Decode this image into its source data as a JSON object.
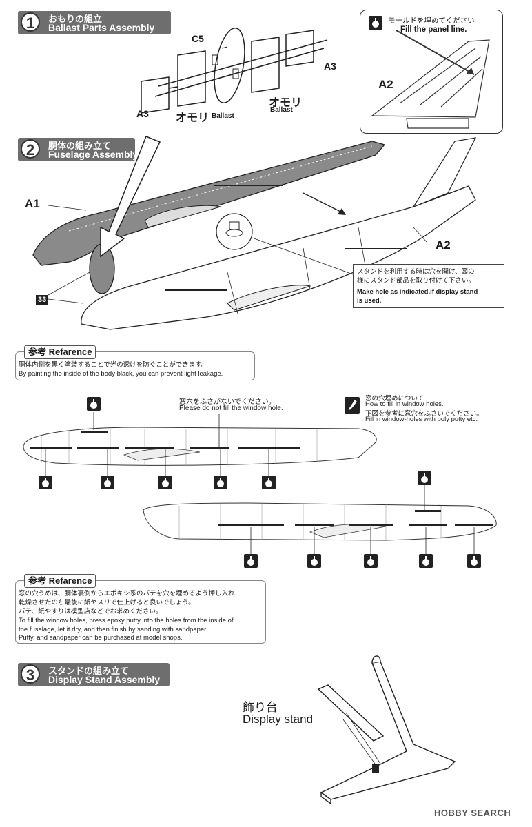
{
  "step1": {
    "num": "1",
    "title_jp": "おもりの組立",
    "title_en": "Ballast Parts Assembly"
  },
  "step1_parts": {
    "c5": "C5",
    "a3_right": "A3",
    "a3_left": "A3",
    "omori_left": "オモリ",
    "ballast_left": "Ballast",
    "omori_right": "オモリ",
    "ballast_right": "Ballast"
  },
  "inset": {
    "jp": "モールドを埋めてください",
    "en": "Fill the panel line.",
    "part": "A2"
  },
  "step2": {
    "num": "2",
    "title_jp": "胴体の組み立て",
    "title_en": "Fuselage Assembly"
  },
  "step2_parts": {
    "a1": "A1",
    "a2": "A2",
    "part33": "33"
  },
  "stand_note": {
    "jp1": "スタンドを利用する時は穴を開け、図の",
    "jp2": "様にスタンド部品を取り付けて下さい。",
    "en1": "Make hole as indicated,if display stand",
    "en2": "is used."
  },
  "ref1": {
    "tag": "参考 Refarence",
    "jp": "胴体内側を黒く塗装することで光の透けを防ぐことができます。",
    "en": "By painting the inside of the body black, you can prevent light leakage."
  },
  "window_note": {
    "jp": "窓穴をふさがないでください。",
    "en": "Please do not fill the window hole."
  },
  "fill_note": {
    "jp1": "窓の穴埋めについて",
    "en1": "How to fill in window holes.",
    "jp2": "下図を参考に窓穴をふさいでください。",
    "en2": "Fill in window-holes with poly putty etc."
  },
  "ref2": {
    "tag": "参考 Refarence",
    "lines": [
      "窓の穴うめは、胴体裏側からエポキシ系のパテを穴を埋めるよう押し入れ",
      "乾燥させたのち最後に紙ヤスリで仕上げると良いでしょう。",
      "パテ、紙やすりは模型店などでお求めください。",
      "To fill the window holes, press epoxy putty into the holes from the inside of",
      "the fuselage, let it dry, and then finish by sanding with sandpaper.",
      "Putty, and sandpaper can be purchased at model shops."
    ]
  },
  "step3": {
    "num": "3",
    "title_jp": "スタンドの組み立て",
    "title_en": "Display Stand Assembly"
  },
  "stand": {
    "jp": "飾り台",
    "en": "Display stand"
  },
  "watermark": "HOBBY SEARCH",
  "colors": {
    "header": "#6e6e6e",
    "dark_fill": "#707070",
    "ink": "#1a1a1a"
  }
}
